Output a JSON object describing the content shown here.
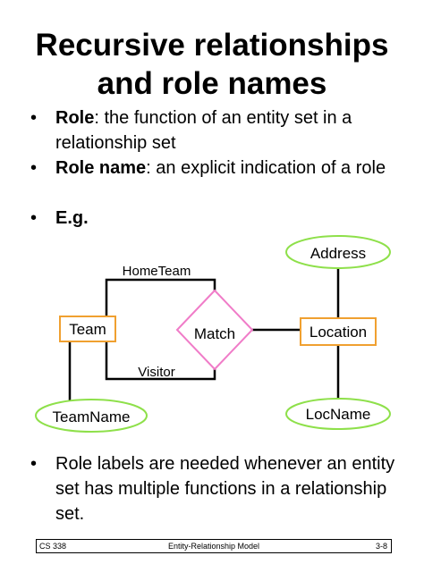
{
  "slide": {
    "title_line1": "Recursive relationships",
    "title_line2": "and role names"
  },
  "bullets": [
    {
      "marker": "•",
      "term": "Role",
      "rest": ":  the function of an entity set in a relationship set"
    },
    {
      "marker": "•",
      "term": "Role name",
      "rest": ":  an explicit indication of a role"
    },
    {
      "marker": "•",
      "term": "E.g.",
      "rest": ""
    },
    {
      "marker": "•",
      "term": "",
      "rest": "Role labels are needed whenever an entity  set has multiple functions in a relationship set."
    }
  ],
  "diagram": {
    "entities": {
      "team": "Team",
      "location": "Location"
    },
    "relationship": "Match",
    "attributes": {
      "address": "Address",
      "teamname": "TeamName",
      "locname": "LocName"
    },
    "roles": {
      "home": "HomeTeam",
      "visitor": "Visitor"
    },
    "colors": {
      "entity_border": "#f0a030",
      "relationship_border": "#f07cc8",
      "attribute_border": "#8ee04a",
      "line": "#000000"
    }
  },
  "footer": {
    "left": "CS 338",
    "center": "Entity-Relationship Model",
    "right": "3-8"
  }
}
